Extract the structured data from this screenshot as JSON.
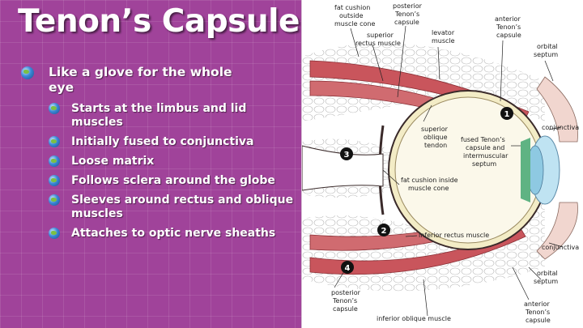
{
  "slide": {
    "title": "Tenon’s Capsule",
    "bullets": [
      {
        "level": 1,
        "text": "Like a glove for the whole eye"
      },
      {
        "level": 2,
        "text": "Starts at the limbus and lid muscles"
      },
      {
        "level": 2,
        "text": "Initially fused to conjunctiva"
      },
      {
        "level": 2,
        "text": "Loose matrix"
      },
      {
        "level": 2,
        "text": "Follows sclera around the globe"
      },
      {
        "level": 2,
        "text": "Sleeves around rectus and oblique muscles"
      },
      {
        "level": 2,
        "text": "Attaches  to  optic nerve sheaths"
      }
    ],
    "bullet_icon": "globe-icon"
  },
  "diagram": {
    "labels": {
      "fat_outside_1": "fat cushion",
      "fat_outside_2": "outside",
      "fat_outside_3": "muscle cone",
      "posterior_top_1": "posterior",
      "posterior_top_2": "Tenon’s",
      "posterior_top_3": "capsule",
      "anterior_top_1": "anterior",
      "anterior_top_2": "Tenon’s",
      "anterior_top_3": "capsule",
      "superior_rectus_1": "superior",
      "superior_rectus_2": "rectus muscle",
      "levator_1": "levator",
      "levator_2": "muscle",
      "orbital_septum_top_1": "orbital",
      "orbital_septum_top_2": "septum",
      "superior_oblique_1": "superior",
      "superior_oblique_2": "oblique",
      "superior_oblique_3": "tendon",
      "fused_1": "fused Tenon’s",
      "fused_2": "capsule and",
      "fused_3": "intermuscular",
      "fused_4": "septum",
      "conjunctiva_top": "conjunctiva",
      "fat_inside_1": "fat cushion inside",
      "fat_inside_2": "muscle cone",
      "inferior_rectus": "inferior rectus muscle",
      "conjunctiva_bottom": "conjunctiva",
      "orbital_septum_bottom_1": "orbital",
      "orbital_septum_bottom_2": "septum",
      "posterior_bottom_1": "posterior",
      "posterior_bottom_2": "Tenon’s",
      "posterior_bottom_3": "capsule",
      "inferior_oblique": "inferior oblique muscle",
      "anterior_bottom_1": "anterior",
      "anterior_bottom_2": "Tenon’s",
      "anterior_bottom_3": "capsule"
    },
    "markers": [
      "1",
      "2",
      "3",
      "4"
    ]
  },
  "colors": {
    "background": "#a0439a",
    "muscle": "#c9555c",
    "sclera": "#f3ecc6",
    "cornea": "#bfe3f2",
    "capsule_line": "#3a2a2a"
  }
}
